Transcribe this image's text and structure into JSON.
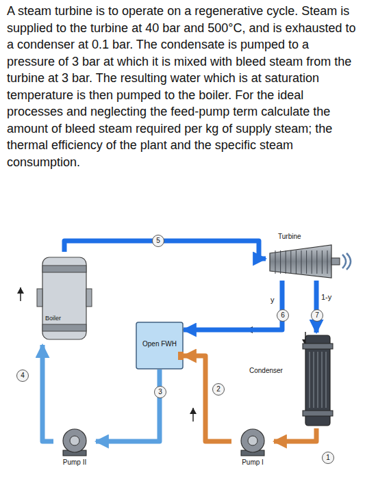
{
  "diagram": {
    "nodes": [
      {
        "text": [
          "Turbine"
        ]
      },
      {
        "text": [
          "Boiler"
        ]
      },
      {
        "text": [
          "Open FWH"
        ]
      },
      {
        "text": [
          "Condenser"
        ]
      },
      {
        "text": [
          "Pump II"
        ]
      },
      {
        "text": [
          "Pump I"
        ]
      }
    ],
    "edges": [
      {
        "from": 1,
        "to": 0,
        "arrow": "to"
      },
      {
        "from": 0,
        "to": 2,
        "arrow": "to"
      },
      {
        "from": 0,
        "to": 3,
        "arrow": "to"
      },
      {
        "from": 3,
        "to": 5,
        "arrow": "to"
      },
      {
        "from": 5,
        "to": 2,
        "arrow": "to"
      },
      {
        "from": 2,
        "to": 4,
        "arrow": "to"
      },
      {
        "from": 4,
        "to": 1,
        "arrow": "to"
      }
    ],
    "labels": [
      "A steam turbine is to operate on a regenerative cycle. Steam is supplied to the turbine at 40 bar and 500°C, and is exhausted to a condenser at 0.1 bar. The condensate is pumped to a pressure of 3 bar at which it is mixed with bleed steam from the turbine at 3 bar. The resulting water which is at saturation temperature is then pumped to the boiler. For the ideal processes and neglecting the feed-pump term calculate the amount of bleed steam required per kg of supply steam; the thermal efficiency of the plant and the specific steam consumption.",
      "5",
      "y",
      "6",
      "1-y",
      "7",
      "4",
      "2",
      "3",
      "1"
    ]
  }
}
